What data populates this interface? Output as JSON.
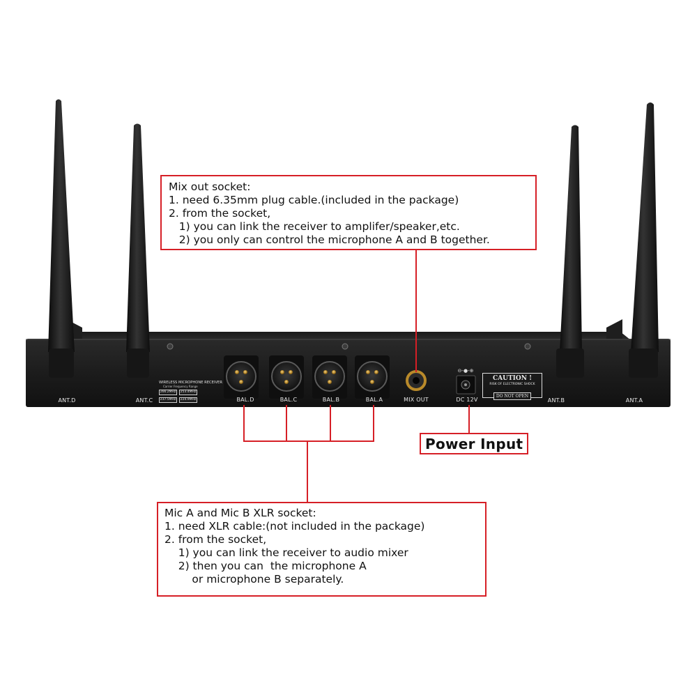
{
  "panel": {
    "antenna_labels": [
      "ANT.D",
      "ANT.C",
      "ANT.B",
      "ANT.A"
    ],
    "xlr_labels": [
      "BAL.D",
      "BAL.C",
      "BAL.B",
      "BAL.A"
    ],
    "mix_out_label": "MIX OUT",
    "dc_label": "DC 12V",
    "receiver_title": "WIRELESS MICROPHONE RECEIVER",
    "frequency_range_label": "Carrier Frequency Range",
    "frequencies": [
      "266.2MHz",
      "253.4MHz",
      "237.5MHz",
      "224.9MHz"
    ],
    "caution": {
      "title": "CAUTION !",
      "subtitle": "RISK OF ELECTRONIC SHOCK",
      "warning": "DO NOT OPEN"
    }
  },
  "callouts": {
    "mix_out": {
      "lines": [
        "Mix out socket:",
        "1. need 6.35mm plug cable.(included in the package)",
        "2. from the socket,",
        "   1) you can link the receiver to amplifer/speaker,etc.",
        "   2) you only can control the microphone A and B together."
      ]
    },
    "power": {
      "text": "Power Input"
    },
    "xlr": {
      "lines": [
        "Mic A and Mic B XLR socket:",
        "1. need XLR cable:(not included in the package)",
        "2. from the socket,",
        "    1) you can link the receiver to audio mixer",
        "    2) then you can  the microphone A",
        "        or microphone B separately."
      ]
    }
  },
  "colors": {
    "callout_border": "#d61f26",
    "connector_line": "#d61f26",
    "chassis": "#1c1c1c",
    "background": "#ffffff"
  }
}
